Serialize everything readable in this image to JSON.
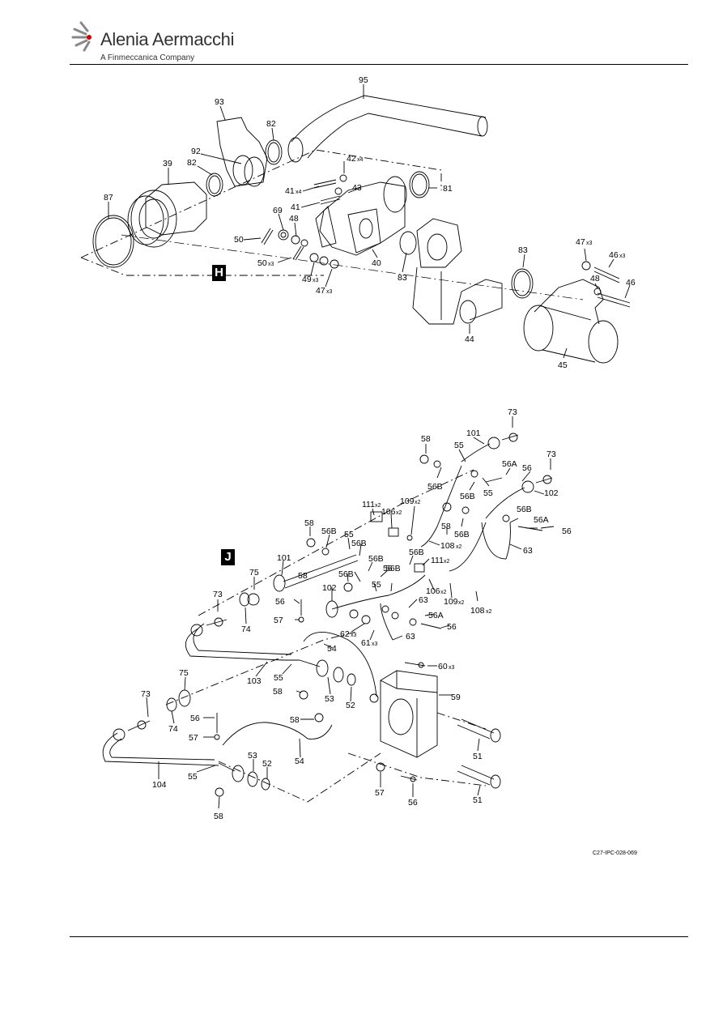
{
  "header": {
    "brand_name": "Alenia Aermacchi",
    "brand_subtitle": "A Finmeccanica Company"
  },
  "views": [
    {
      "id": "H",
      "label": "H"
    },
    {
      "id": "J",
      "label": "J"
    }
  ],
  "drawing_reference": "C27-IPC-028-069",
  "callouts_view_h": [
    {
      "num": "95",
      "qty": ""
    },
    {
      "num": "93",
      "qty": ""
    },
    {
      "num": "82",
      "qty": ""
    },
    {
      "num": "92",
      "qty": ""
    },
    {
      "num": "39",
      "qty": ""
    },
    {
      "num": "82",
      "qty": ""
    },
    {
      "num": "87",
      "qty": ""
    },
    {
      "num": "42",
      "qty": "x4"
    },
    {
      "num": "41",
      "qty": "x4"
    },
    {
      "num": "43",
      "qty": ""
    },
    {
      "num": "81",
      "qty": ""
    },
    {
      "num": "41",
      "qty": ""
    },
    {
      "num": "69",
      "qty": ""
    },
    {
      "num": "48",
      "qty": ""
    },
    {
      "num": "50",
      "qty": ""
    },
    {
      "num": "50",
      "qty": "x3"
    },
    {
      "num": "49",
      "qty": "x3"
    },
    {
      "num": "47",
      "qty": "x3"
    },
    {
      "num": "40",
      "qty": ""
    },
    {
      "num": "83",
      "qty": ""
    },
    {
      "num": "83",
      "qty": ""
    },
    {
      "num": "47",
      "qty": "x3"
    },
    {
      "num": "46",
      "qty": "x3"
    },
    {
      "num": "48",
      "qty": ""
    },
    {
      "num": "46",
      "qty": ""
    },
    {
      "num": "44",
      "qty": ""
    },
    {
      "num": "45",
      "qty": ""
    }
  ],
  "callouts_view_j": [
    {
      "num": "73",
      "qty": ""
    },
    {
      "num": "58",
      "qty": ""
    },
    {
      "num": "101",
      "qty": ""
    },
    {
      "num": "55",
      "qty": ""
    },
    {
      "num": "73",
      "qty": ""
    },
    {
      "num": "56A",
      "qty": ""
    },
    {
      "num": "56",
      "qty": ""
    },
    {
      "num": "56B",
      "qty": ""
    },
    {
      "num": "56B",
      "qty": ""
    },
    {
      "num": "55",
      "qty": ""
    },
    {
      "num": "102",
      "qty": ""
    },
    {
      "num": "111",
      "qty": "x2"
    },
    {
      "num": "106",
      "qty": "x2"
    },
    {
      "num": "109",
      "qty": "x2"
    },
    {
      "num": "56B",
      "qty": ""
    },
    {
      "num": "58",
      "qty": ""
    },
    {
      "num": "56B",
      "qty": ""
    },
    {
      "num": "56A",
      "qty": ""
    },
    {
      "num": "56",
      "qty": ""
    },
    {
      "num": "108",
      "qty": "x2"
    },
    {
      "num": "63",
      "qty": ""
    },
    {
      "num": "58",
      "qty": ""
    },
    {
      "num": "56B",
      "qty": ""
    },
    {
      "num": "55",
      "qty": ""
    },
    {
      "num": "56B",
      "qty": ""
    },
    {
      "num": "101",
      "qty": ""
    },
    {
      "num": "56B",
      "qty": ""
    },
    {
      "num": "56",
      "qty": ""
    },
    {
      "num": "56B",
      "qty": ""
    },
    {
      "num": "111",
      "qty": "x2"
    },
    {
      "num": "58",
      "qty": ""
    },
    {
      "num": "56B",
      "qty": ""
    },
    {
      "num": "55",
      "qty": ""
    },
    {
      "num": "56B",
      "qty": ""
    },
    {
      "num": "63",
      "qty": ""
    },
    {
      "num": "106",
      "qty": "x2"
    },
    {
      "num": "109",
      "qty": "x2"
    },
    {
      "num": "108",
      "qty": "x2"
    },
    {
      "num": "75",
      "qty": ""
    },
    {
      "num": "102",
      "qty": ""
    },
    {
      "num": "73",
      "qty": ""
    },
    {
      "num": "56",
      "qty": ""
    },
    {
      "num": "56A",
      "qty": ""
    },
    {
      "num": "56",
      "qty": ""
    },
    {
      "num": "74",
      "qty": ""
    },
    {
      "num": "57",
      "qty": ""
    },
    {
      "num": "62",
      "qty": "x3"
    },
    {
      "num": "63",
      "qty": ""
    },
    {
      "num": "61",
      "qty": "x3"
    },
    {
      "num": "54",
      "qty": ""
    },
    {
      "num": "60",
      "qty": "x3"
    },
    {
      "num": "103",
      "qty": ""
    },
    {
      "num": "55",
      "qty": ""
    },
    {
      "num": "75",
      "qty": ""
    },
    {
      "num": "58",
      "qty": ""
    },
    {
      "num": "53",
      "qty": ""
    },
    {
      "num": "52",
      "qty": ""
    },
    {
      "num": "59",
      "qty": ""
    },
    {
      "num": "73",
      "qty": ""
    },
    {
      "num": "74",
      "qty": ""
    },
    {
      "num": "56",
      "qty": ""
    },
    {
      "num": "58",
      "qty": ""
    },
    {
      "num": "57",
      "qty": ""
    },
    {
      "num": "54",
      "qty": ""
    },
    {
      "num": "51",
      "qty": ""
    },
    {
      "num": "53",
      "qty": ""
    },
    {
      "num": "52",
      "qty": ""
    },
    {
      "num": "55",
      "qty": ""
    },
    {
      "num": "104",
      "qty": ""
    },
    {
      "num": "57",
      "qty": ""
    },
    {
      "num": "56",
      "qty": ""
    },
    {
      "num": "51",
      "qty": ""
    },
    {
      "num": "58",
      "qty": ""
    }
  ]
}
